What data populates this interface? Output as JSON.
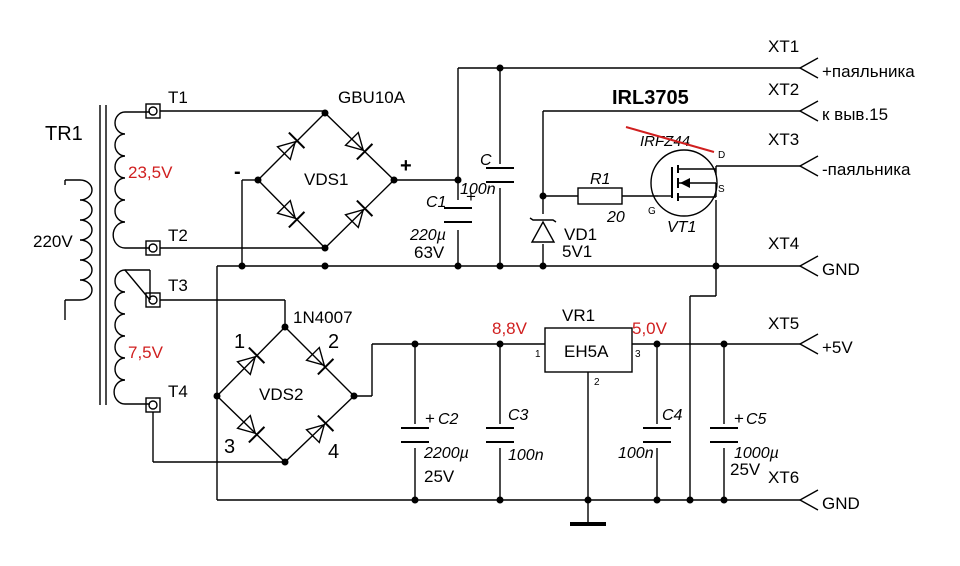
{
  "transformer": {
    "name": "TR1",
    "primary": "220V",
    "sec1": "23,5V",
    "sec2": "7,5V",
    "taps": [
      "T1",
      "T2",
      "T3",
      "T4"
    ]
  },
  "bridge1": {
    "part": "GBU10A",
    "ref": "VDS1",
    "minus": "-",
    "plus": "+"
  },
  "bridge2": {
    "part": "1N4007",
    "ref": "VDS2",
    "d1": "1",
    "d2": "2",
    "d3": "3",
    "d4": "4"
  },
  "caps": {
    "c1": {
      "ref": "C1",
      "value": "220µ",
      "voltage": "63V",
      "pol": "+"
    },
    "c": {
      "ref": "C",
      "value": "100n"
    },
    "c2": {
      "ref": "C2",
      "value": "2200µ",
      "voltage": "25V",
      "pol": "+"
    },
    "c3": {
      "ref": "C3",
      "value": "100n"
    },
    "c4": {
      "ref": "C4",
      "value": "100n"
    },
    "c5": {
      "ref": "C5",
      "value": "1000µ",
      "voltage": "25V",
      "pol": "+"
    }
  },
  "r1": {
    "ref": "R1",
    "value": "20"
  },
  "vd1": {
    "ref": "VD1",
    "value": "5V1"
  },
  "vt1": {
    "ref": "VT1",
    "part": "IRL3705",
    "old_part": "IRFZ44",
    "d": "D",
    "g": "G",
    "s": "S"
  },
  "vr1": {
    "ref": "VR1",
    "part": "EH5A",
    "pin1": "1",
    "pin2": "2",
    "pin3": "3",
    "vin": "8,8V",
    "vout": "5,0V"
  },
  "connectors": [
    {
      "ref": "XT1",
      "label": "+паяльника"
    },
    {
      "ref": "XT2",
      "label": "к выв.15"
    },
    {
      "ref": "XT3",
      "label": "-паяльника"
    },
    {
      "ref": "XT4",
      "label": "GND"
    },
    {
      "ref": "XT5",
      "label": "+5V"
    },
    {
      "ref": "XT6",
      "label": "GND"
    }
  ],
  "colors": {
    "annotation": "#d01f1f"
  }
}
